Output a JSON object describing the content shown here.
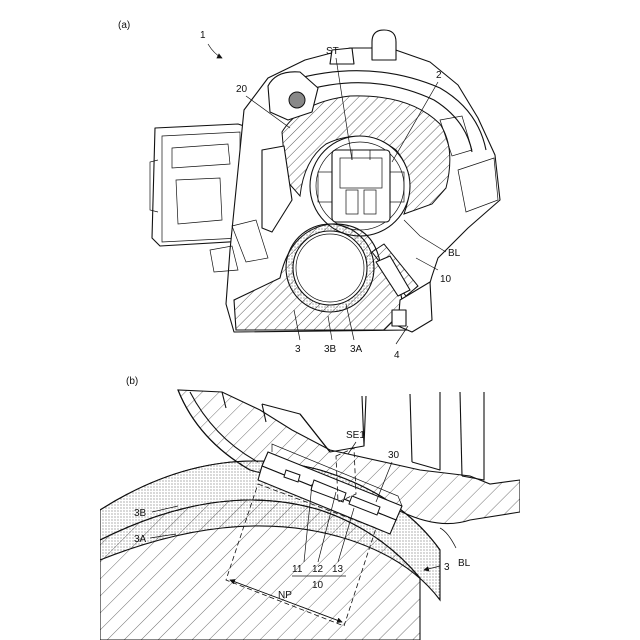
{
  "views": [
    {
      "id": "a",
      "caption": "(a)"
    },
    {
      "id": "b",
      "caption": "(b)"
    }
  ],
  "labels_a": {
    "assembly": "1",
    "lever": "20",
    "stop": "ST",
    "socket": "2",
    "bulb": "BL",
    "sensor": "10",
    "tube": "3",
    "outer": "3B",
    "inner": "3A",
    "housing": "4"
  },
  "labels_b": {
    "sensing_element": "SE1",
    "board": "30",
    "outer": "3B",
    "inner": "3A",
    "part11": "11",
    "part12": "12",
    "part13": "13",
    "sensor": "10",
    "tube": "3",
    "bulb": "BL",
    "proximity": "NP"
  }
}
